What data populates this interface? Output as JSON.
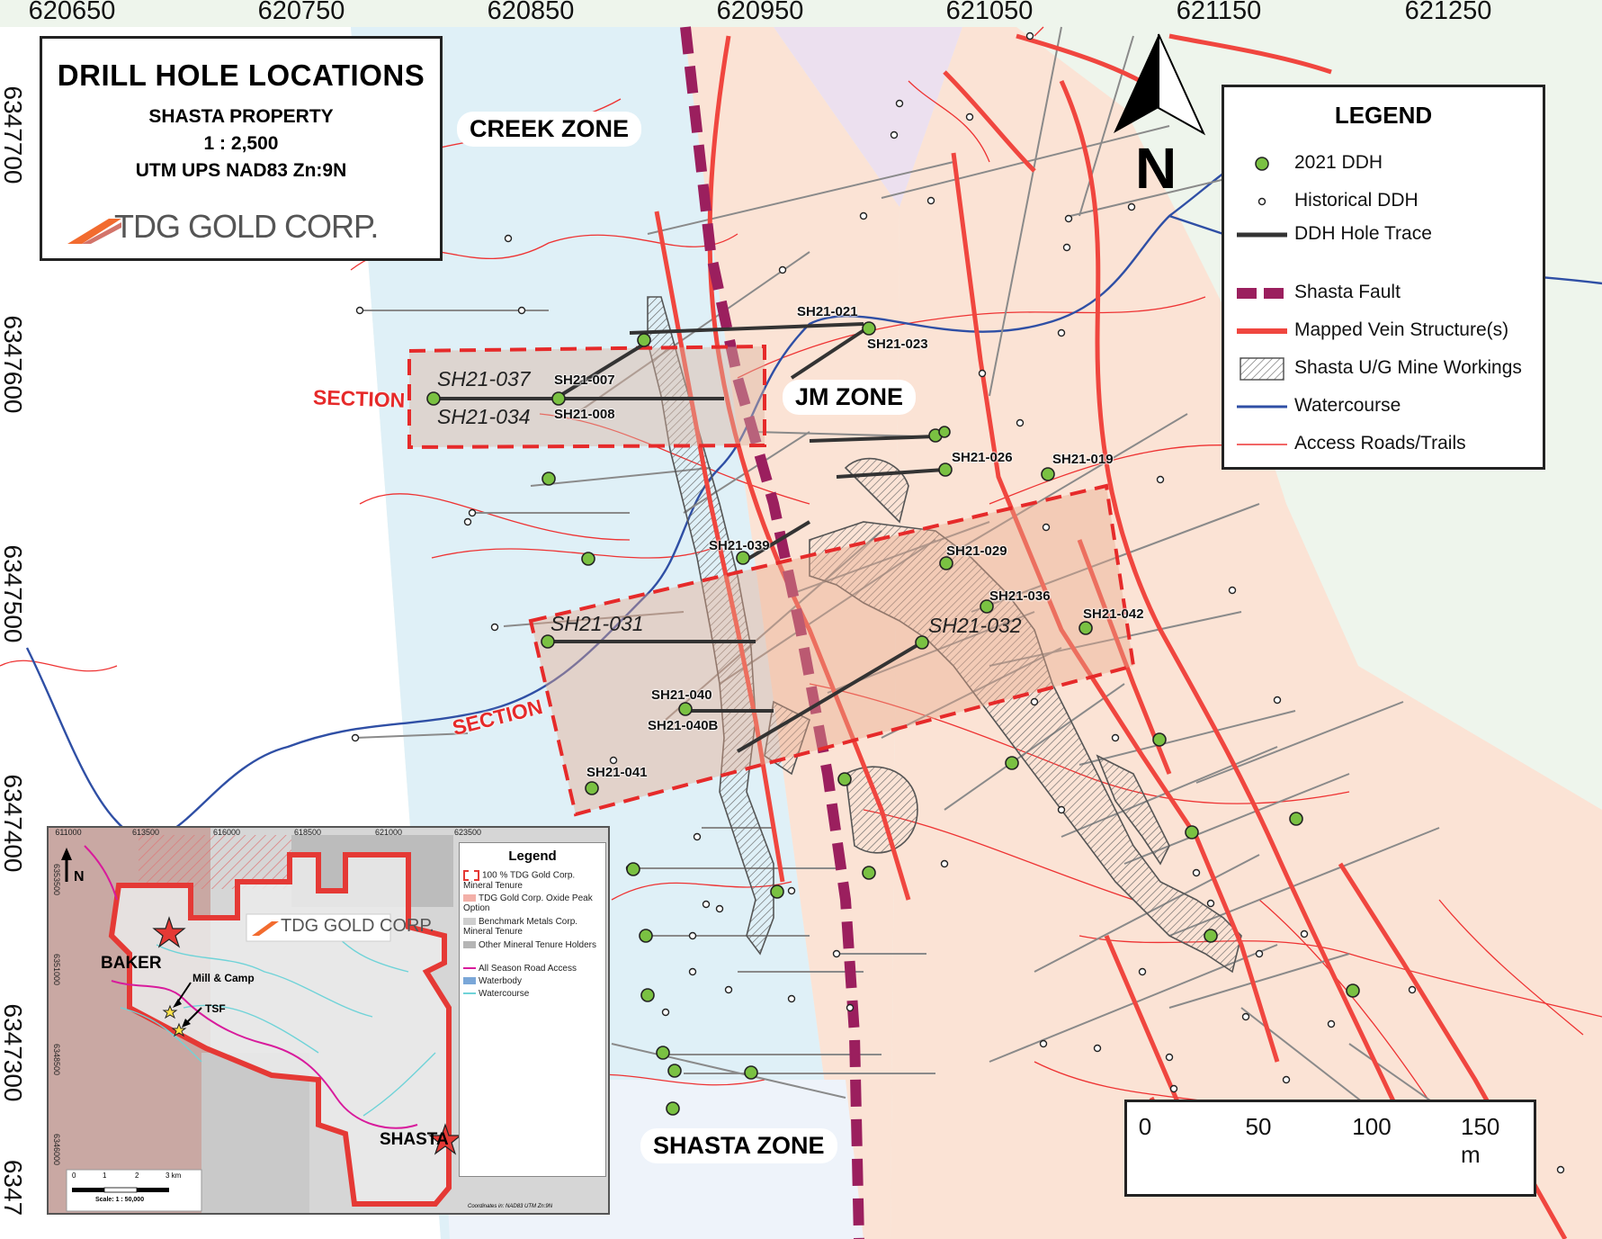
{
  "title": {
    "main": "DRILL HOLE LOCATIONS",
    "property": "SHASTA PROPERTY",
    "scale": "1 : 2,500",
    "projection": "UTM UPS NAD83 Zn:9N",
    "company": "TDG GOLD CORP."
  },
  "axes": {
    "easting": [
      "620650",
      "620750",
      "620850",
      "620950",
      "621050",
      "621150",
      "621250"
    ],
    "northing": [
      "6347700",
      "6347600",
      "6347500",
      "6347400",
      "6347300",
      "6347"
    ]
  },
  "north_label": "N",
  "legend": {
    "title": "LEGEND",
    "items": [
      {
        "label": "2021 DDH",
        "symbol": "green-dot",
        "color": "#7ac142"
      },
      {
        "label": "Historical DDH",
        "symbol": "small-dot",
        "color": "#ffffff"
      },
      {
        "label": "DDH Hole Trace",
        "symbol": "dark-line",
        "color": "#333333"
      },
      {
        "label": "Shasta Fault",
        "symbol": "dashed-purple",
        "color": "#9b1f5e"
      },
      {
        "label": "Mapped Vein Structure(s)",
        "symbol": "red-line",
        "color": "#f0463f"
      },
      {
        "label": "Shasta U/G Mine Workings",
        "symbol": "hatch",
        "color": "#555555"
      },
      {
        "label": "Watercourse",
        "symbol": "blue-line",
        "color": "#2f4fa5"
      },
      {
        "label": "Access Roads/Trails",
        "symbol": "thin-red",
        "color": "#e33"
      }
    ]
  },
  "zones": {
    "creek": "CREEK ZONE",
    "jm": "JM ZONE",
    "shasta": "SHASTA ZONE"
  },
  "sections": {
    "upper": "SECTION",
    "lower": "SECTION"
  },
  "holes": {
    "sh21_037": "SH21-037",
    "sh21_034": "SH21-034",
    "sh21_007": "SH21-007",
    "sh21_008": "SH21-008",
    "sh21_021": "SH21-021",
    "sh21_023": "SH21-023",
    "sh21_026": "SH21-026",
    "sh21_019": "SH21-019",
    "sh21_039": "SH21-039",
    "sh21_029": "SH21-029",
    "sh21_036": "SH21-036",
    "sh21_042": "SH21-042",
    "sh21_031": "SH21-031",
    "sh21_032": "SH21-032",
    "sh21_040": "SH21-040",
    "sh21_040b": "SH21-040B",
    "sh21_041": "SH21-041"
  },
  "scale_bar": {
    "ticks": [
      "0",
      "50",
      "100",
      "150 m"
    ]
  },
  "inset": {
    "easting": [
      "611000",
      "613500",
      "616000",
      "618500",
      "621000",
      "623500"
    ],
    "northing": [
      "6353500",
      "6351000",
      "6348500",
      "6346000"
    ],
    "north_label": "N",
    "logo": "TDG GOLD CORP.",
    "places": {
      "baker": "BAKER",
      "shasta": "SHASTA",
      "mill": "Mill & Camp",
      "tsf": "TSF"
    },
    "legend": {
      "title": "Legend",
      "items": [
        {
          "label": "100 % TDG Gold Corp. Mineral Tenure",
          "color": "#e53935"
        },
        {
          "label": "TDG Gold Corp. Oxide Peak Option",
          "color": "#f3b0a8"
        },
        {
          "label": "Benchmark Metals Corp. Mineral Tenure",
          "color": "#cfcfcf"
        },
        {
          "label": "Other Mineral Tenure Holders",
          "color": "#b5b5b5"
        },
        {
          "label": "All Season Road Access",
          "color": "#d81b9c"
        },
        {
          "label": "Waterbody",
          "color": "#7aa7d8"
        },
        {
          "label": "Watercourse",
          "color": "#6fd3d8"
        }
      ]
    },
    "scale_ticks": [
      "0",
      "1",
      "2",
      "3 km"
    ],
    "scale_text": "Scale: 1 : 50,000",
    "coords_note": "Coordinates in: NAD83 UTM Zn:9N"
  },
  "colors": {
    "creek_blue": "#dff0f7",
    "salmon": "#fbe3d5",
    "lavender": "#ece0ef",
    "mint": "#eef5ec",
    "vein_red": "#f0463f",
    "fault_purple": "#9b1f5e",
    "water_blue": "#2f4fa5",
    "ddh_green": "#7ac142"
  }
}
